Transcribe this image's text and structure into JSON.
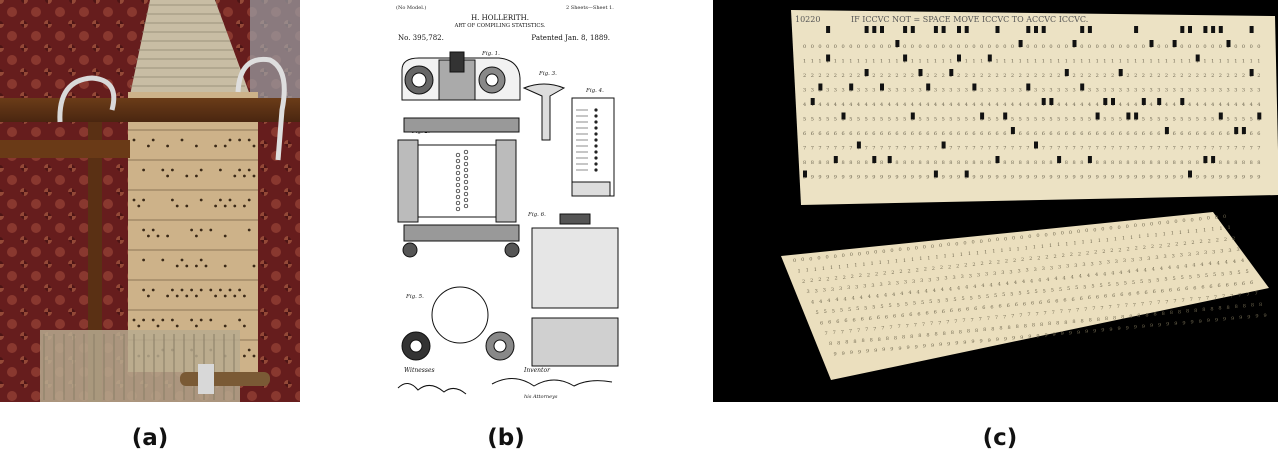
{
  "figure": {
    "captions": {
      "a": "(a)",
      "b": "(b)",
      "c": "(c)"
    }
  },
  "patent": {
    "header_left": "(No Model.)",
    "header_right": "2 Sheets—Sheet 1.",
    "inventor_name": "H. HOLLERITH.",
    "title": "ART OF COMPILING STATISTICS.",
    "patent_number": "No. 395,782.",
    "patent_date": "Patented Jan. 8, 1889.",
    "fig_labels": [
      "Fig. 1.",
      "Fig. 2.",
      "Fig. 3.",
      "Fig. 4.",
      "Fig. 5.",
      "Fig. 6."
    ],
    "witnesses_label": "Witnesses",
    "inventor_label": "Inventor",
    "attorney_label": "his Attorneys"
  },
  "punch_card": {
    "card_number": "10220",
    "card_text": "IF ICCVC NOT = SPACE MOVE ICCVC TO ACCVC ICCVC."
  },
  "colors": {
    "loom_wood": "#c9ad82",
    "card_cream": "#ece2c4",
    "fabric_red": "#8a2a2a",
    "background_black": "#000000"
  }
}
